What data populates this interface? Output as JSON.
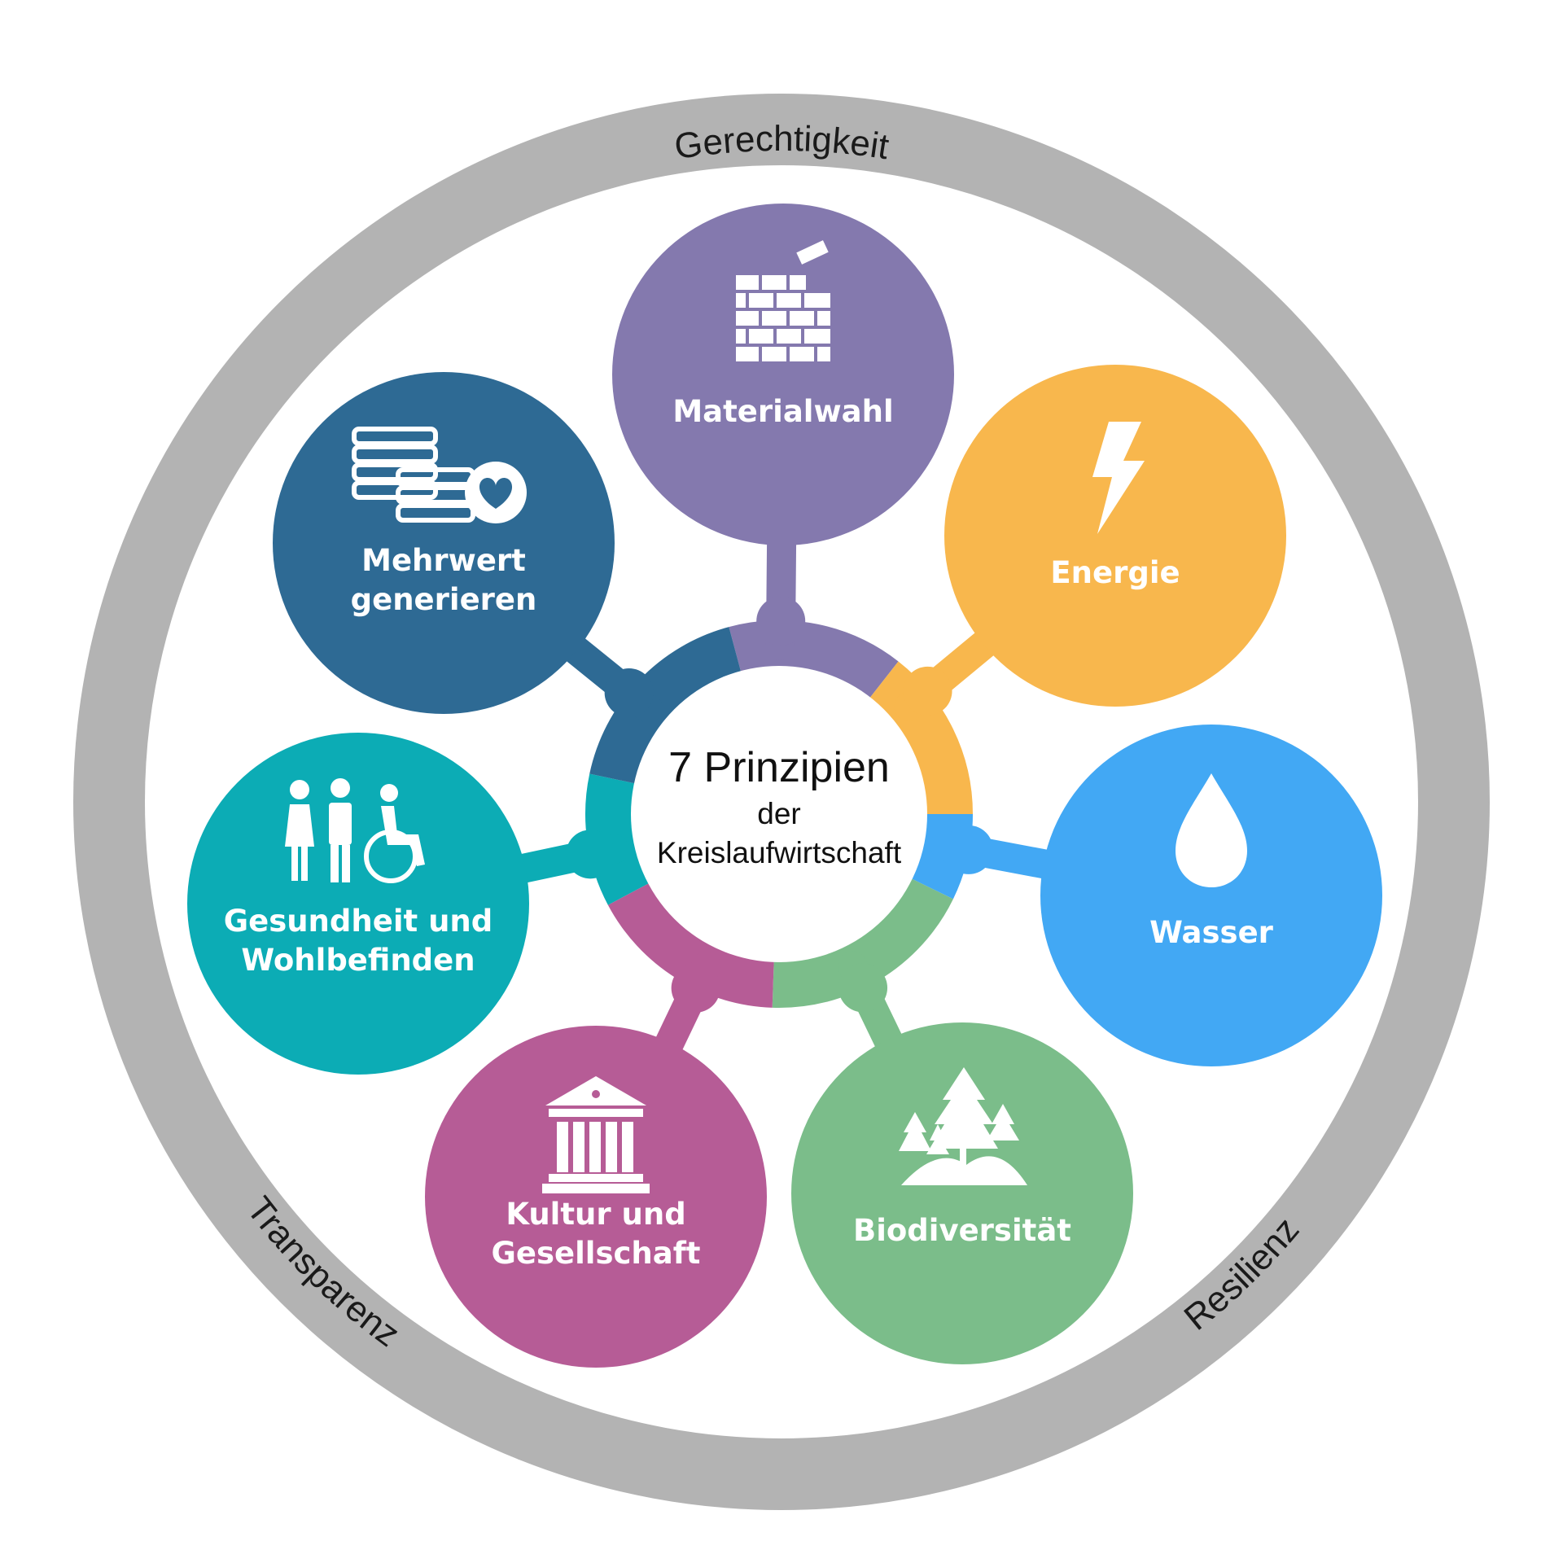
{
  "center": {
    "title": "7 Prinzipien",
    "line2": "der",
    "line3": "Kreislaufwirtschaft"
  },
  "ring": {
    "top": "Gerechtigkeit",
    "left": "Transparenz",
    "right": "Resilienz",
    "color": "#b3b3b3"
  },
  "petals": [
    {
      "key": "material",
      "lines": [
        "Materialwahl"
      ],
      "color": "#8479ae",
      "icon": "brick-wall-icon"
    },
    {
      "key": "energie",
      "lines": [
        "Energie"
      ],
      "color": "#f8b74d",
      "icon": "lightning-bolt-icon"
    },
    {
      "key": "wasser",
      "lines": [
        "Wasser"
      ],
      "color": "#42a8f4",
      "icon": "water-drop-icon"
    },
    {
      "key": "biodiversitaet",
      "lines": [
        "Biodiversität"
      ],
      "color": "#7bbd8a",
      "icon": "trees-icon"
    },
    {
      "key": "kultur",
      "lines": [
        "Kultur und",
        "Gesellschaft"
      ],
      "color": "#b65c96",
      "icon": "museum-building-icon"
    },
    {
      "key": "gesundheit",
      "lines": [
        "Gesundheit und",
        "Wohlbefinden"
      ],
      "color": "#0cacb5",
      "icon": "people-wheelchair-icon"
    },
    {
      "key": "mehrwert",
      "lines": [
        "Mehrwert",
        "generieren"
      ],
      "color": "#2e6a94",
      "icon": "coins-heart-icon"
    }
  ]
}
